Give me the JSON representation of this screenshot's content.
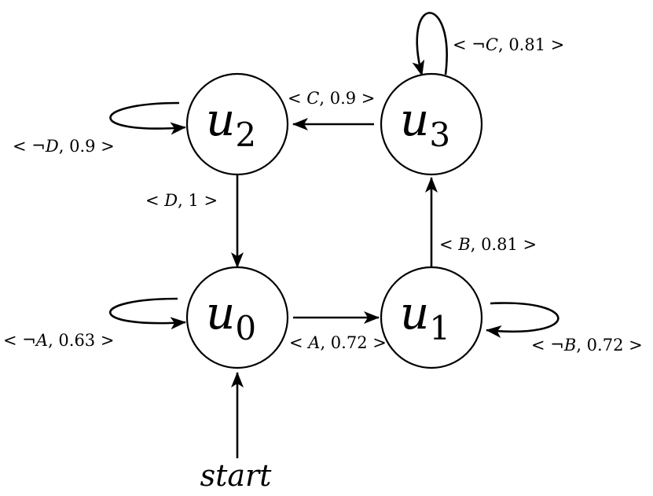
{
  "nodes": [
    {
      "id": "u0",
      "base": "u",
      "sub": "0"
    },
    {
      "id": "u1",
      "base": "u",
      "sub": "1"
    },
    {
      "id": "u2",
      "base": "u",
      "sub": "2"
    },
    {
      "id": "u3",
      "base": "u",
      "sub": "3"
    }
  ],
  "edges": {
    "u0_u0": {
      "open": "< ",
      "neg": "¬",
      "sym": "A",
      "rest": ", 0.63 >"
    },
    "u0_u1": {
      "open": "< ",
      "neg": "",
      "sym": "A",
      "rest": ", 0.72 >"
    },
    "u1_u1": {
      "open": "< ",
      "neg": "¬",
      "sym": "B",
      "rest": ", 0.72 >"
    },
    "u1_u3": {
      "open": "< ",
      "neg": "",
      "sym": "B",
      "rest": ", 0.81 >"
    },
    "u3_u3": {
      "open": "< ",
      "neg": "¬",
      "sym": "C",
      "rest": ", 0.81 >"
    },
    "u3_u2": {
      "open": "< ",
      "neg": "",
      "sym": "C",
      "rest": ", 0.9 >"
    },
    "u2_u2": {
      "open": "< ",
      "neg": "¬",
      "sym": "D",
      "rest": ", 0.9 >"
    },
    "u2_u0": {
      "open": "< ",
      "neg": "",
      "sym": "D",
      "rest": ", 1 >"
    }
  },
  "start_label": "start"
}
